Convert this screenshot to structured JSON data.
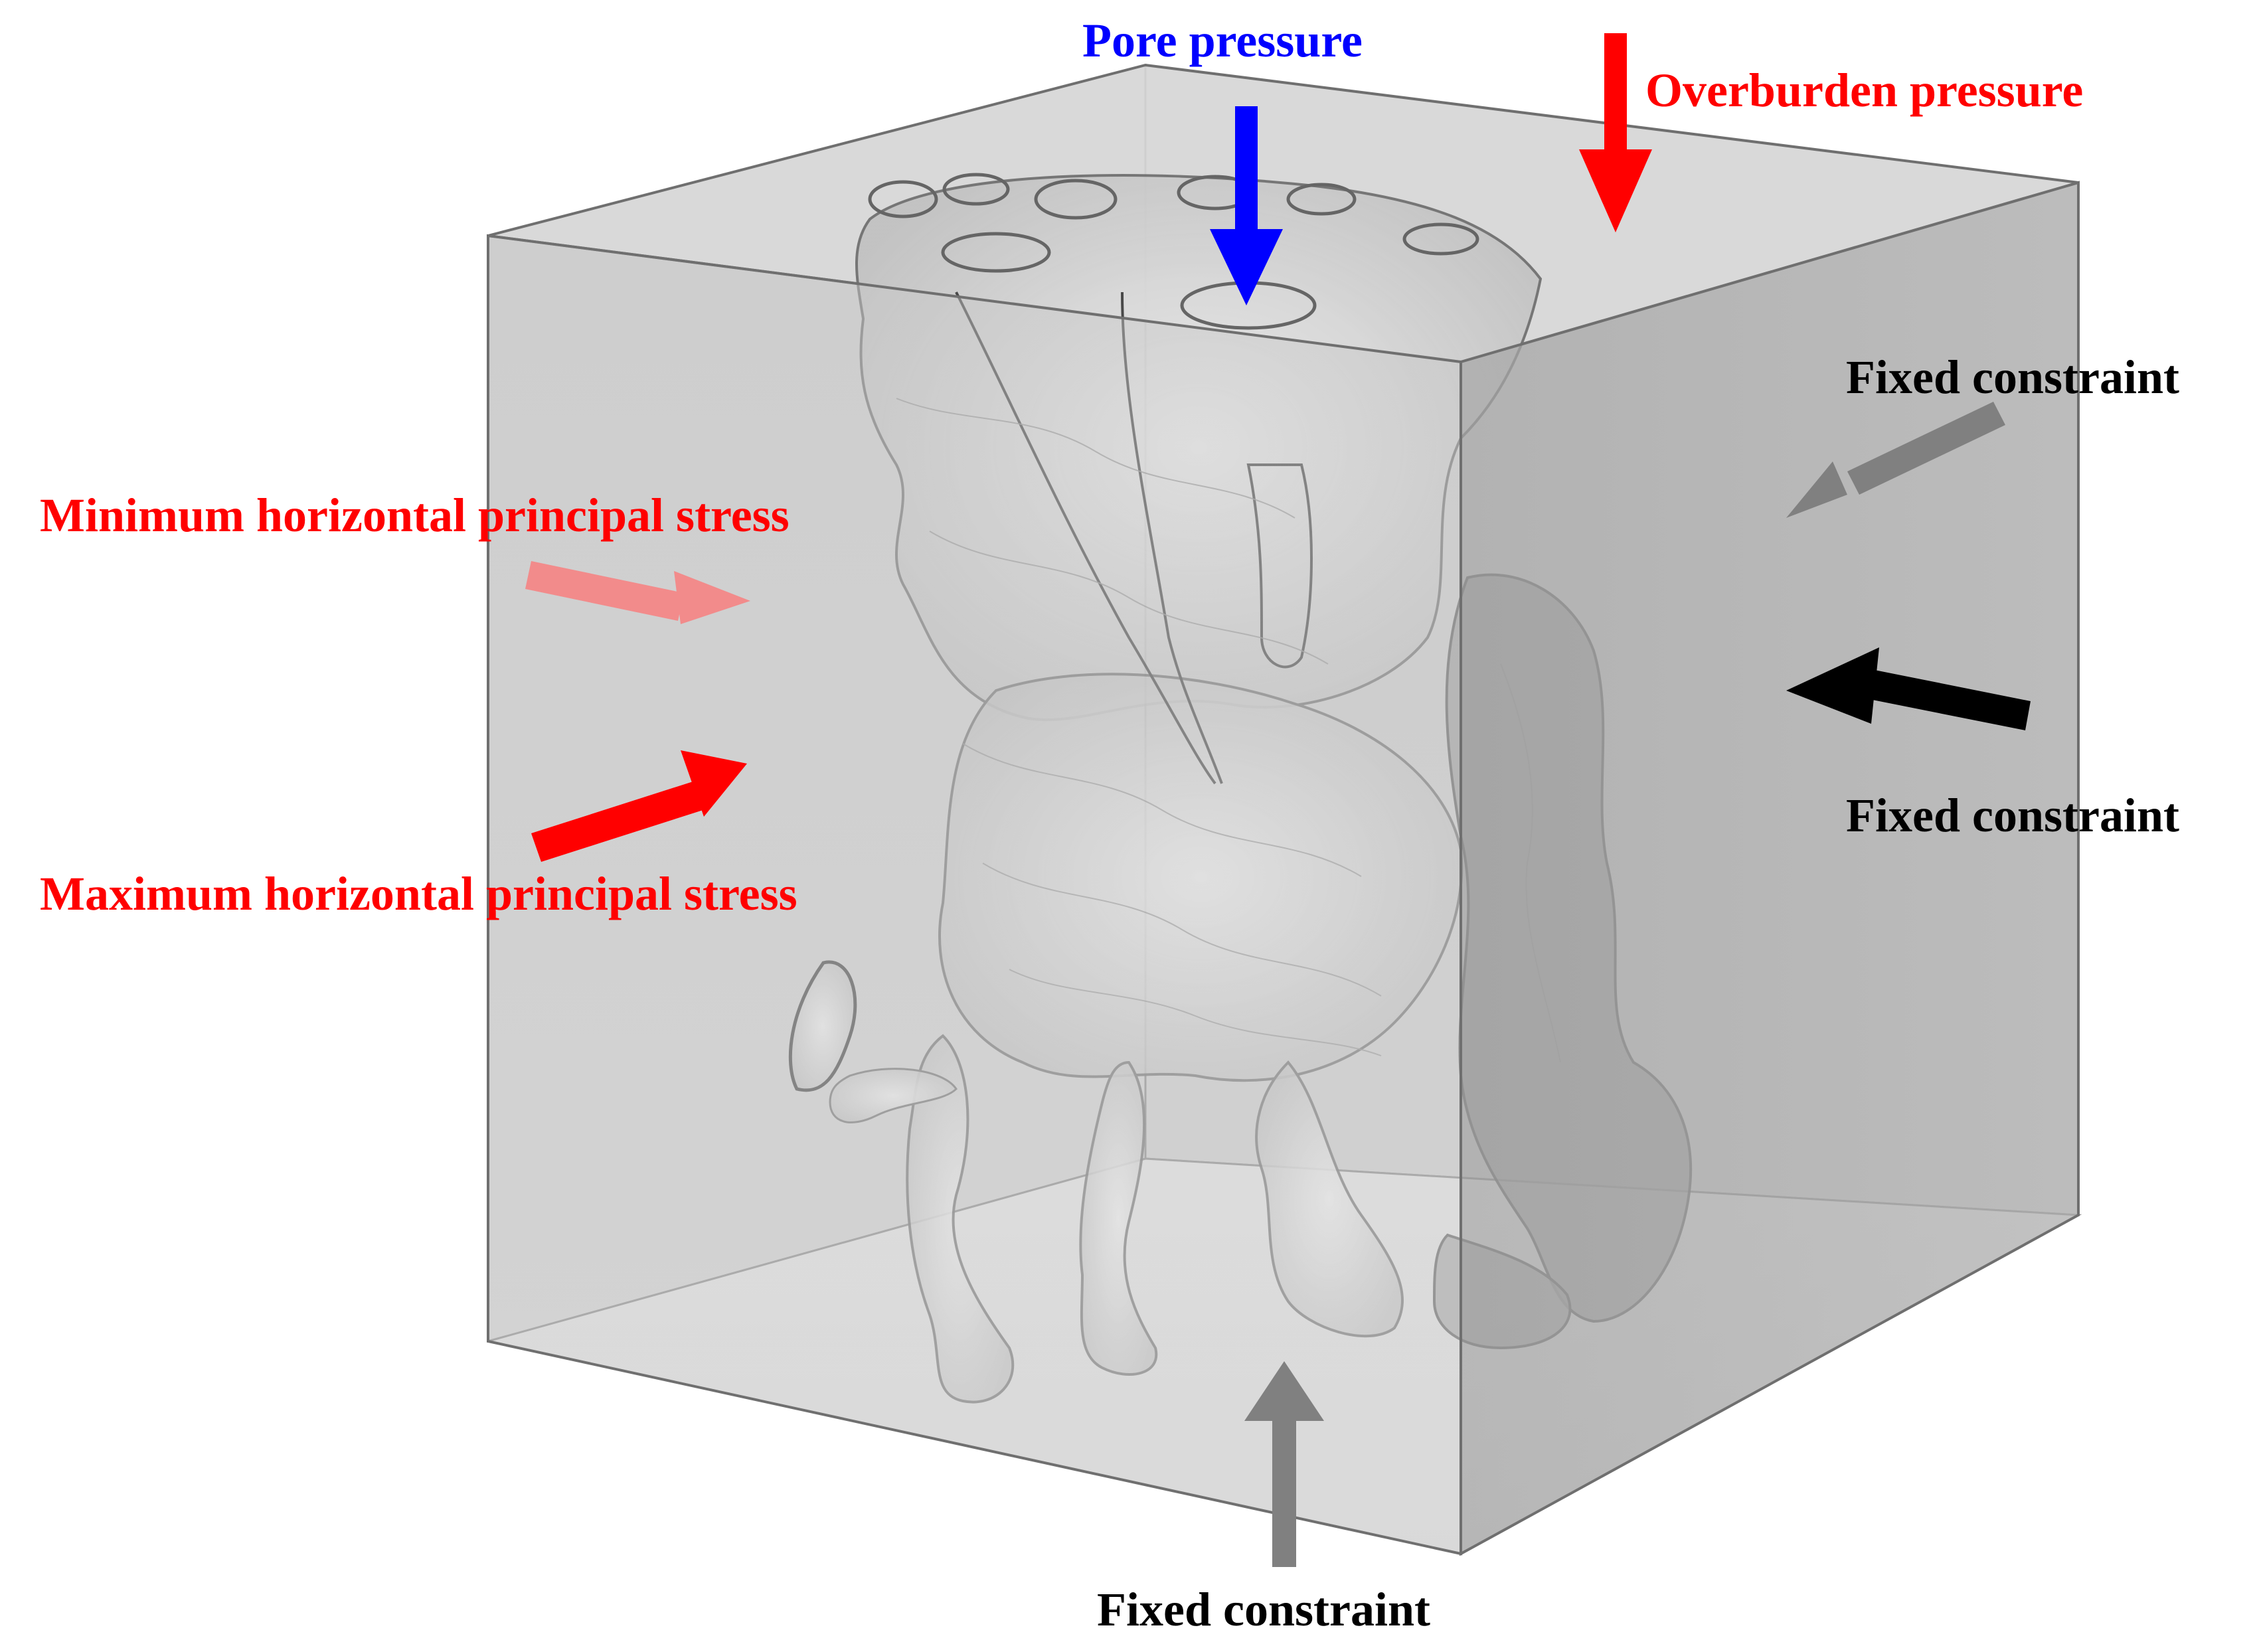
{
  "labels": {
    "pore_pressure": "Pore pressure",
    "overburden_pressure": "Overburden pressure",
    "fixed_constraint_right_top": "Fixed constraint",
    "fixed_constraint_right_bottom": "Fixed constraint",
    "fixed_constraint_bottom": "Fixed constraint",
    "minimum_horizontal_stress": "Minimum horizontal principal stress",
    "maximum_horizontal_stress": "Maximum horizontal principal stress"
  },
  "colors": {
    "pore_pressure": "#0000ff",
    "overburden_pressure": "#ff0000",
    "maximum_horizontal_stress": "#ff0000",
    "minimum_horizontal_stress": "#f28b8b",
    "fixed_constraint_black": "#000000",
    "fixed_constraint_gray": "#808080",
    "cube_face_front": "#c8c8c8",
    "cube_face_right": "#a9a9a9",
    "cube_face_top": "#d9d9d9",
    "pore_network": "#e8e8e8"
  }
}
